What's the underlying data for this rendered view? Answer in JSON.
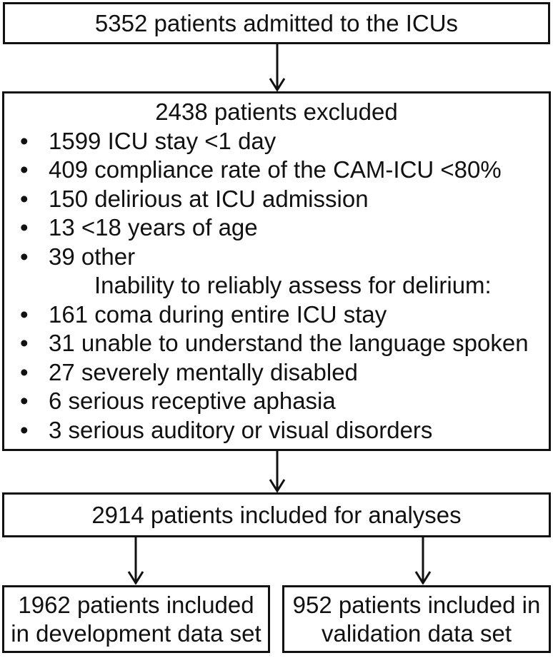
{
  "colors": {
    "ink": "#111111",
    "background": "#ffffff"
  },
  "flowchart": {
    "admitted": {
      "text": "5352 patients admitted to the ICUs"
    },
    "excluded": {
      "title": "2438 patients excluded",
      "bullet_glyph": "•",
      "rows": [
        {
          "type": "bullet",
          "text": "1599 ICU stay <1 day"
        },
        {
          "type": "bullet",
          "text": "409 compliance rate of the CAM-ICU <80%"
        },
        {
          "type": "bullet",
          "text": "150 delirious at ICU admission"
        },
        {
          "type": "bullet",
          "text": "13 <18 years of age"
        },
        {
          "type": "bullet",
          "text": "39 other"
        },
        {
          "type": "subheading",
          "text": "Inability to reliably assess for delirium:"
        },
        {
          "type": "bullet",
          "text": "161 coma during entire ICU stay"
        },
        {
          "type": "bullet",
          "text": "31 unable to understand the language spoken"
        },
        {
          "type": "bullet",
          "text": "27 severely mentally disabled"
        },
        {
          "type": "bullet",
          "text": "6 serious receptive aphasia"
        },
        {
          "type": "bullet",
          "text": "3 serious auditory or visual disorders"
        }
      ]
    },
    "included": {
      "text": "2914 patients included for analyses"
    },
    "development": {
      "line1": "1962 patients included",
      "line2": "in development data set"
    },
    "validation": {
      "line1": "952 patients included in",
      "line2": "validation data set"
    }
  }
}
